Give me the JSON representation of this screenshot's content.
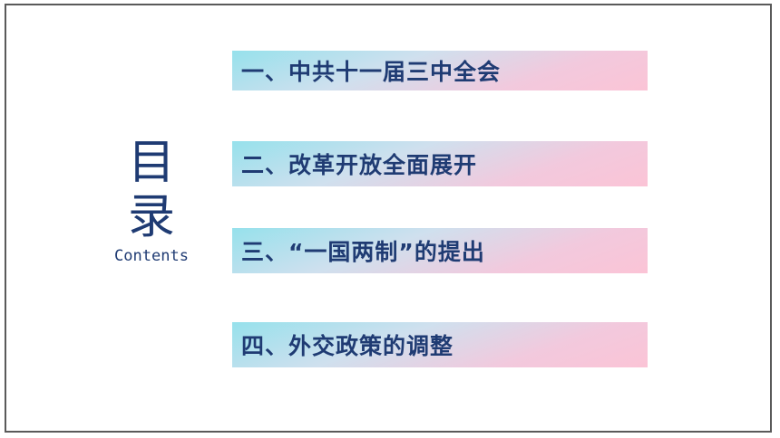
{
  "toc": {
    "title_char_1": "目",
    "title_char_2": "录",
    "subtitle": "Contents"
  },
  "items": [
    {
      "label": "一、中共十一届三中全会"
    },
    {
      "label": "二、改革开放全面展开"
    },
    {
      "label": "三、“一国两制”的提出"
    },
    {
      "label": "四、外交政策的调整"
    }
  ],
  "colors": {
    "text": "#1f3b73",
    "gradient_start": "#96e1ec",
    "gradient_end": "#fbc4d6",
    "border": "#5a5a5a"
  }
}
